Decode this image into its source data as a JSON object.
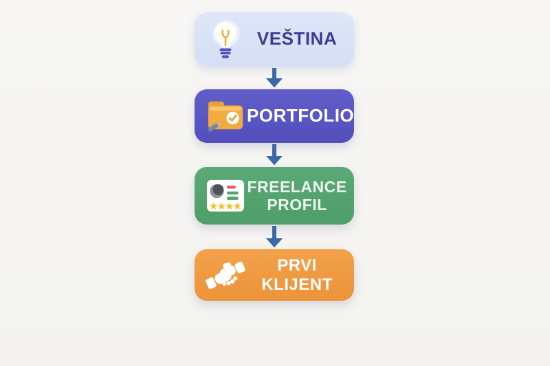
{
  "background_color": "#f6f5f2",
  "flowchart": {
    "arrow_color": "#3d68a8",
    "steps": [
      {
        "label": "VEŠTINA",
        "icon": "lightbulb-icon",
        "bg_color": "#d9e2f6",
        "text_color": "#3a3d90"
      },
      {
        "label": "PORTFOLIO",
        "icon": "folder-checkmark-icon",
        "bg_color": "#5b58c2",
        "text_color": "#ffffff"
      },
      {
        "label": "FREELANCE PROFIL",
        "icon": "profile-card-icon",
        "bg_color": "#57a471",
        "text_color": "#eef5ee"
      },
      {
        "label": "PRVI KLIJENT",
        "icon": "handshake-icon",
        "bg_color": "#f09a41",
        "text_color": "#ffffff"
      }
    ]
  }
}
